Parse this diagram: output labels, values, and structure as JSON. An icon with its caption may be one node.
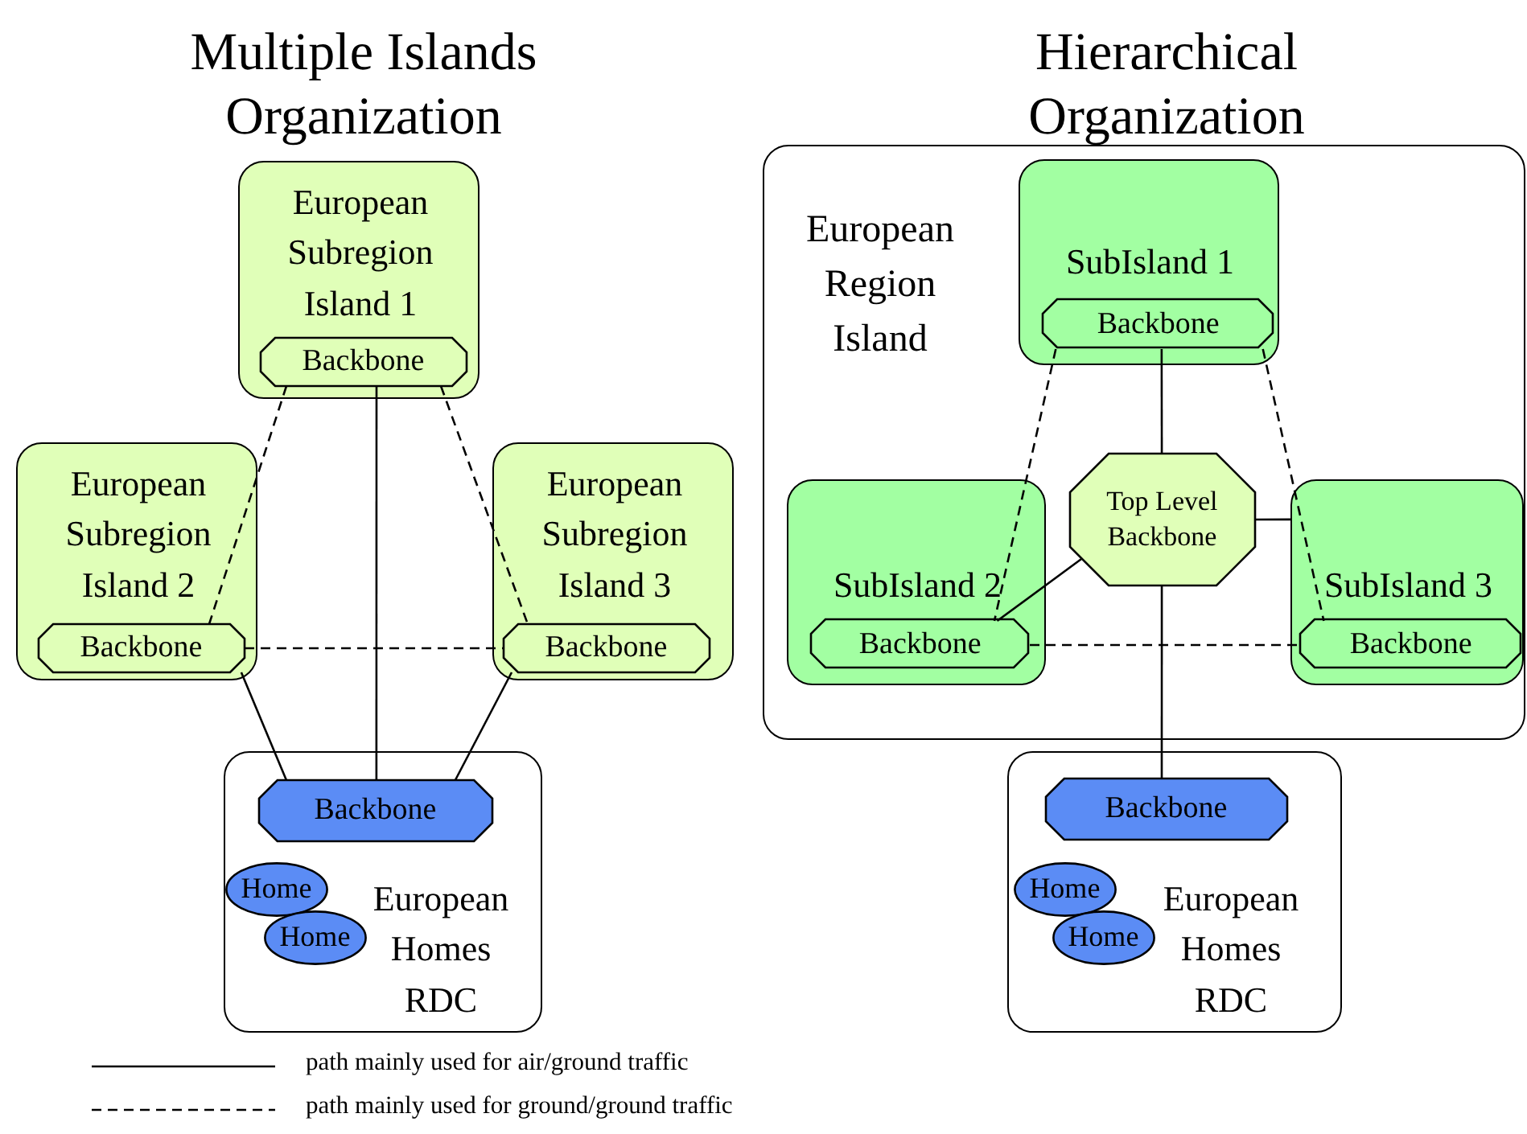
{
  "diagram": {
    "nodes": [
      {
        "text": [
          "European Subregion Island 1"
        ]
      },
      {
        "text": [
          "Backbone"
        ],
        "in": 0
      },
      {
        "text": [
          "European Subregion Island 2"
        ]
      },
      {
        "text": [
          "Backbone"
        ],
        "in": 2
      },
      {
        "text": [
          "European Subregion Island 3"
        ]
      },
      {
        "text": [
          "Backbone"
        ],
        "in": 4
      },
      {
        "text": [
          "European Homes RDC"
        ]
      },
      {
        "text": [
          "Backbone"
        ],
        "in": 6
      },
      {
        "text": [
          "Home"
        ],
        "in": 6
      },
      {
        "text": [
          "Home"
        ],
        "in": 6
      },
      {
        "text": [
          "European Region Island"
        ]
      },
      {
        "text": [
          "SubIsland 1"
        ],
        "in": 10
      },
      {
        "text": [
          "Backbone"
        ],
        "in": 11
      },
      {
        "text": [
          "Top Level Backbone"
        ],
        "in": 10
      },
      {
        "text": [
          "SubIsland 2"
        ],
        "in": 10
      },
      {
        "text": [
          "Backbone"
        ],
        "in": 14
      },
      {
        "text": [
          "SubIsland 3"
        ],
        "in": 10
      },
      {
        "text": [
          "Backbone"
        ],
        "in": 16
      },
      {
        "text": [
          "European Homes RDC"
        ]
      },
      {
        "text": [
          "Backbone"
        ],
        "in": 18
      },
      {
        "text": [
          "Home"
        ],
        "in": 18
      },
      {
        "text": [
          "Home"
        ],
        "in": 18
      }
    ],
    "edges": [
      {
        "from": 1,
        "to": 7,
        "arrow": "none"
      },
      {
        "from": 3,
        "to": 7,
        "arrow": "none"
      },
      {
        "from": 5,
        "to": 7,
        "arrow": "none"
      },
      {
        "from": 1,
        "to": 3,
        "arrow": "none",
        "style": "dashed"
      },
      {
        "from": 1,
        "to": 5,
        "arrow": "none",
        "style": "dashed"
      },
      {
        "from": 3,
        "to": 5,
        "arrow": "none",
        "style": "dashed"
      },
      {
        "from": 12,
        "to": 13,
        "arrow": "none"
      },
      {
        "from": 13,
        "to": 15,
        "arrow": "none"
      },
      {
        "from": 13,
        "to": 16,
        "arrow": "none"
      },
      {
        "from": 13,
        "to": 19,
        "arrow": "none"
      },
      {
        "from": 12,
        "to": 15,
        "arrow": "none",
        "style": "dashed"
      },
      {
        "from": 12,
        "to": 17,
        "arrow": "none",
        "style": "dashed"
      },
      {
        "from": 15,
        "to": 17,
        "arrow": "none",
        "style": "dashed"
      }
    ],
    "labels": [
      "Multiple Islands Organization",
      "Hierarchical Organization"
    ],
    "legend": [
      {
        "text": "path mainly used for air/ground traffic"
      },
      {
        "text": "path mainly used for ground/ground traffic"
      }
    ]
  }
}
